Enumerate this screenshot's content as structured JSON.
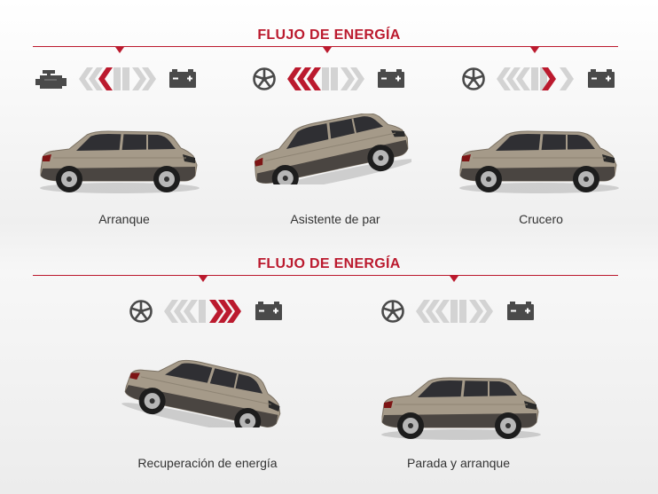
{
  "sections": [
    {
      "title": "FLUJO DE ENERGÍA",
      "modes": [
        {
          "label": "Arranque",
          "source_icon": "engine-icon",
          "target_icon": "battery-icon",
          "flow": "to-source"
        },
        {
          "label": "Asistente de par",
          "source_icon": "wheel-icon",
          "target_icon": "battery-icon",
          "flow": "to-source-strong"
        },
        {
          "label": "Crucero",
          "source_icon": "wheel-icon",
          "target_icon": "battery-icon",
          "flow": "to-battery"
        }
      ]
    },
    {
      "title": "FLUJO DE ENERGÍA",
      "modes": [
        {
          "label": "Recuperación de energía",
          "source_icon": "wheel-icon",
          "target_icon": "battery-icon",
          "flow": "to-battery-strong"
        },
        {
          "label": "Parada y arranque",
          "source_icon": "wheel-icon",
          "target_icon": "battery-icon",
          "flow": "none"
        }
      ]
    }
  ],
  "colors": {
    "accent": "#bb1a2e",
    "arrow_inactive": "#d3d3d3",
    "icon": "#4a4a4a",
    "car_body": "#a59a89"
  }
}
